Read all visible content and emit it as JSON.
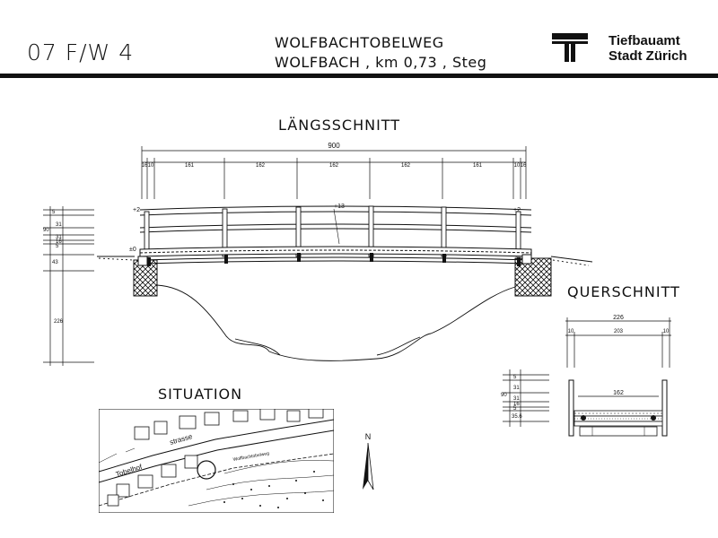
{
  "header": {
    "id": "07 F/W 4",
    "line1": "WOLFBACHTOBELWEG",
    "line2": "WOLFBACH , km 0,73   ,  Steg",
    "org_line1": "Tiefbauamt",
    "org_line2": "Stadt Zürich"
  },
  "titles": {
    "long_section": "LÄNGSSCHNITT",
    "cross_section": "QUERSCHNITT",
    "situation": "SITUATION"
  },
  "long_section": {
    "total_span": "900",
    "segments": [
      "16",
      "10",
      "161",
      "162",
      "162",
      "162",
      "161",
      "10",
      "16"
    ],
    "levels": [
      "+2",
      "+13",
      "+2",
      "±0"
    ],
    "heights": [
      "5",
      "31",
      "90",
      "31",
      "16",
      "5",
      "43",
      "226"
    ]
  },
  "cross_section": {
    "total_width": "226",
    "parts": [
      "10",
      "203",
      "10"
    ],
    "deck_width": "162",
    "heights": [
      "5",
      "31",
      "90",
      "31",
      "16",
      "5",
      "35.6"
    ]
  },
  "map": {
    "street_labels": [
      "Tobelhof",
      "strasse"
    ],
    "path_label": "Wolfbachtobelweg"
  },
  "north": "N"
}
